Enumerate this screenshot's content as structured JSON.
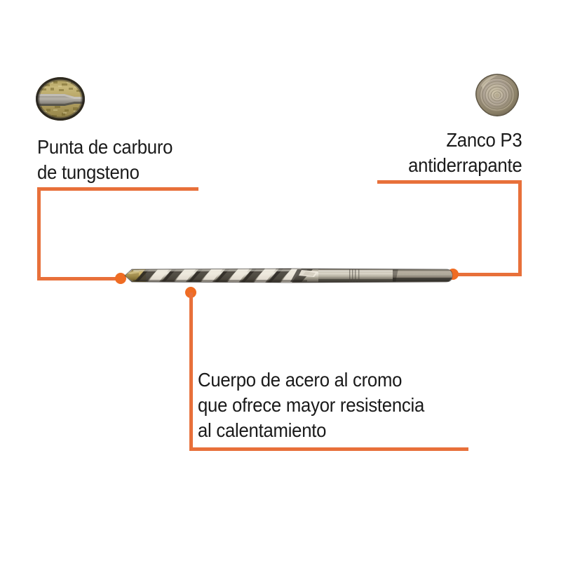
{
  "page": {
    "background_color": "#ffffff",
    "accent_color": "#e8703a",
    "dot_color": "#ef6c23",
    "text_color": "#1a1a1a"
  },
  "product": {
    "name": "Broca",
    "description": "Broca con punta de carburo de tungsteno, cuerpo de acero al cromo y zanco P3 antiderrapante"
  },
  "callouts": {
    "tip": {
      "id": "punta-de-carburo-de-tungsteno",
      "lines": [
        "Punta de carburo",
        "de tungsteno"
      ],
      "line1": "Punta de carburo",
      "line2": "de tungsteno",
      "align": "left"
    },
    "shank": {
      "id": "zanco-p3-antiderrapante",
      "lines": [
        "Zanco P3",
        "antiderrapante"
      ],
      "line1": "Zanco P3",
      "line2": "antiderrapante",
      "align": "right"
    },
    "body": {
      "id": "cuerpo-de-acero-al-cromo",
      "lines": [
        "Cuerpo de acero al cromo",
        "que ofrece mayor resistencia",
        "al calentamiento"
      ],
      "line1": "Cuerpo de acero al cromo",
      "line2": "que ofrece mayor resistencia",
      "line3": "al calentamiento",
      "align": "left"
    }
  },
  "insets": {
    "tip_detail": {
      "name": "carbide-tip-closeup",
      "description": "Acercamiento de la punta de carburo de tungsteno",
      "colors": [
        "#b5a461",
        "#8f7f44",
        "#6b6257",
        "#2e2b26"
      ]
    },
    "shank_detail": {
      "name": "p3-shank-endview",
      "description": "Vista frontal del zanco P3 de tres caras",
      "colors": [
        "#b9ae94",
        "#8d8268",
        "#6d6450"
      ]
    }
  },
  "illustration": {
    "name": "drill-bit",
    "parts": [
      "carbide-tip",
      "helical-flutes",
      "chrome-steel-body",
      "p3-shank"
    ],
    "colors": {
      "carbide": "#c2a559",
      "steel_light": "#e9e6dd",
      "steel_mid": "#9d998c",
      "steel_dark": "#55514a",
      "shank_dark": "#4a4740"
    }
  }
}
